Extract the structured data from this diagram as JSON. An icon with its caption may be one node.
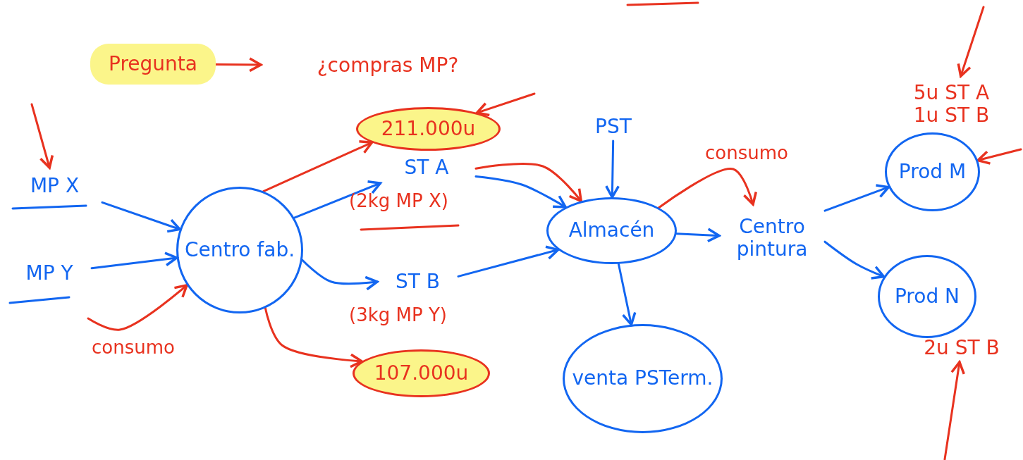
{
  "diagram": {
    "nodes": [
      {
        "text": [
          "Pregunta"
        ]
      },
      {
        "text": [
          "¿compras MP?"
        ]
      },
      {
        "text": [
          "MP X"
        ]
      },
      {
        "text": [
          "MP Y"
        ]
      },
      {
        "text": [
          "Centro fab."
        ]
      },
      {
        "text": [
          "211.000u"
        ]
      },
      {
        "text": [
          "ST A"
        ]
      },
      {
        "text": [
          "ST B"
        ]
      },
      {
        "text": [
          "107.000u"
        ]
      },
      {
        "text": [
          "Almacén"
        ]
      },
      {
        "text": [
          "PST"
        ]
      },
      {
        "text": [
          "Centro pintura"
        ]
      },
      {
        "text": [
          "venta PSTerm."
        ]
      },
      {
        "text": [
          "5u ST A",
          "1u ST B"
        ]
      },
      {
        "text": [
          "Prod M"
        ]
      },
      {
        "text": [
          "Prod N"
        ]
      },
      {
        "text": [
          "2u ST B"
        ]
      }
    ],
    "edges": [
      {
        "from": 0,
        "to": 1,
        "arrow": "to",
        "color": "#e8321f"
      },
      {
        "from": null,
        "to": 2,
        "arrow": "to",
        "color": "#e8321f"
      },
      {
        "from": 2,
        "to": 4,
        "arrow": "to",
        "color": "#1266f1"
      },
      {
        "from": 3,
        "to": 4,
        "arrow": "to",
        "color": "#1266f1"
      },
      {
        "from": null,
        "to": 4,
        "arrow": "to",
        "label": "consumo",
        "color": "#e8321f"
      },
      {
        "from": 4,
        "to": 5,
        "arrow": "to",
        "color": "#e8321f"
      },
      {
        "from": 4,
        "to": 6,
        "arrow": "to",
        "color": "#1266f1"
      },
      {
        "from": 4,
        "to": 7,
        "arrow": "to",
        "color": "#1266f1"
      },
      {
        "from": 4,
        "to": 8,
        "arrow": "to",
        "color": "#e8321f"
      },
      {
        "from": null,
        "to": 5,
        "arrow": "to",
        "color": "#e8321f"
      },
      {
        "from": 6,
        "to": 9,
        "arrow": "to",
        "color": "#1266f1"
      },
      {
        "from": 6,
        "to": 9,
        "arrow": "to",
        "color": "#e8321f"
      },
      {
        "from": 7,
        "to": 9,
        "arrow": "to",
        "color": "#1266f1"
      },
      {
        "from": 10,
        "to": 9,
        "arrow": "to",
        "color": "#1266f1"
      },
      {
        "from": 9,
        "to": 11,
        "arrow": "to",
        "color": "#1266f1"
      },
      {
        "from": 9,
        "to": 12,
        "arrow": "to",
        "color": "#1266f1"
      },
      {
        "from": 9,
        "to": 11,
        "arrow": "to",
        "label": "consumo",
        "color": "#e8321f"
      },
      {
        "from": 11,
        "to": 14,
        "arrow": "to",
        "color": "#1266f1"
      },
      {
        "from": 11,
        "to": 15,
        "arrow": "to",
        "color": "#1266f1"
      },
      {
        "from": null,
        "to": 14,
        "arrow": "to",
        "color": "#e8321f"
      },
      {
        "from": null,
        "to": 13,
        "arrow": "to",
        "color": "#e8321f"
      },
      {
        "from": null,
        "to": 16,
        "arrow": "to",
        "color": "#e8321f"
      }
    ],
    "labels": [
      "(2kg MP X)",
      "(3kg MP Y)"
    ]
  }
}
